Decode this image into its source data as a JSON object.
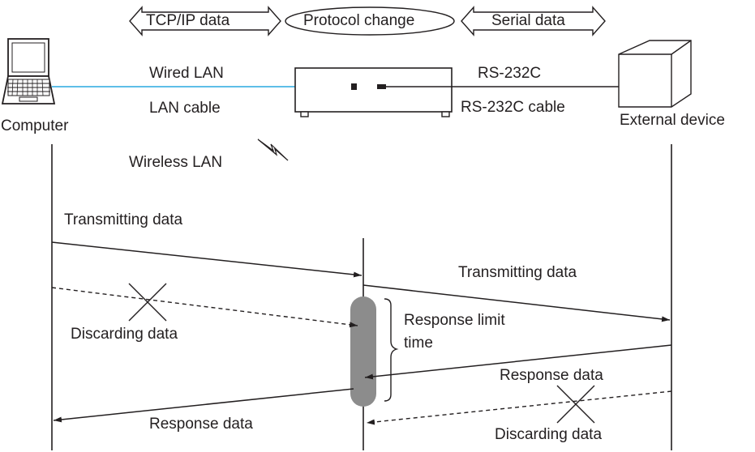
{
  "top_bar": {
    "tcpip": "TCP/IP data",
    "protocol": "Protocol change",
    "serial": "Serial data"
  },
  "devices": {
    "computer": "Computer",
    "external": "External device"
  },
  "connections": {
    "wired_lan": "Wired LAN",
    "lan_cable": "LAN cable",
    "wireless_lan": "Wireless LAN",
    "rs232c": "RS-232C",
    "rs232c_cable": "RS-232C cable"
  },
  "sequence": {
    "transmit_1": "Transmitting data",
    "transmit_2": "Transmitting data",
    "discard_1": "Discarding data",
    "response_limit_line1": "Response limit",
    "response_limit_line2": "time",
    "response_1": "Response data",
    "response_2": "Response data",
    "discard_2": "Discarding data"
  },
  "colors": {
    "line": "#231f20",
    "lan_cable": "#29a9e0",
    "wait_bar": "#8c8c8c"
  }
}
